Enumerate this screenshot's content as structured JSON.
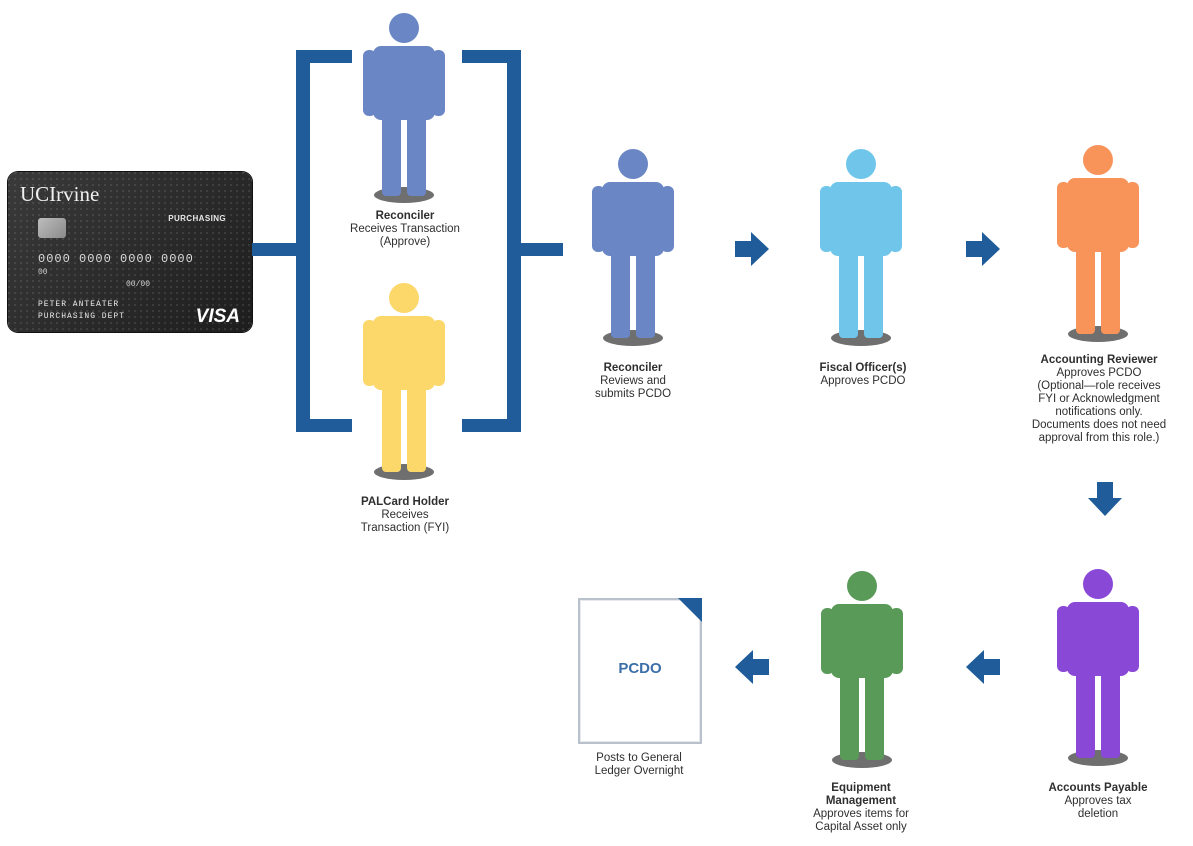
{
  "card": {
    "brand": "UCIrvine",
    "type": "PURCHASING",
    "number": "0000 0000 0000 0000",
    "small": "00",
    "expiry": "00/00",
    "name_line1": "PETER ANTEATER",
    "name_line2": "PURCHASING DEPT",
    "network": "VISA"
  },
  "colors": {
    "blue_dark": "#1f5c99",
    "person_slate": "#6a86c4",
    "person_yellow": "#fcd76a",
    "person_light_blue": "#6fc6ea",
    "person_orange": "#f8935a",
    "person_purple": "#8a48d6",
    "person_green": "#5a9a58",
    "shadow": "#6f6f6f"
  },
  "nodes": {
    "reconciler_top": {
      "title": "Reconciler",
      "lines": [
        "Receives Transaction",
        "(Approve)"
      ]
    },
    "palcard_holder": {
      "title": "PALCard Holder",
      "lines": [
        "Receives",
        "Transaction (FYI)"
      ]
    },
    "reconciler_submit": {
      "title": "Reconciler",
      "lines": [
        "Reviews and",
        "submits PCDO"
      ]
    },
    "fiscal_officer": {
      "title": "Fiscal Officer(s)",
      "lines": [
        "Approves PCDO"
      ]
    },
    "accounting_reviewer": {
      "title": "Accounting Reviewer",
      "lines": [
        "Approves PCDO",
        "(Optional—role receives",
        "FYI or Acknowledgment",
        "notifications only.",
        "Documents does not need",
        "approval from this role.)"
      ]
    },
    "accounts_payable": {
      "title": "Accounts Payable",
      "lines": [
        "Approves tax",
        "deletion"
      ]
    },
    "equipment_management": {
      "title_lines": [
        "Equipment",
        "Management"
      ],
      "lines": [
        "Approves items for",
        "Capital Asset only"
      ]
    },
    "pcdo_doc": {
      "label": "PCDO",
      "lines": [
        "Posts to General",
        "Ledger Overnight"
      ]
    }
  }
}
